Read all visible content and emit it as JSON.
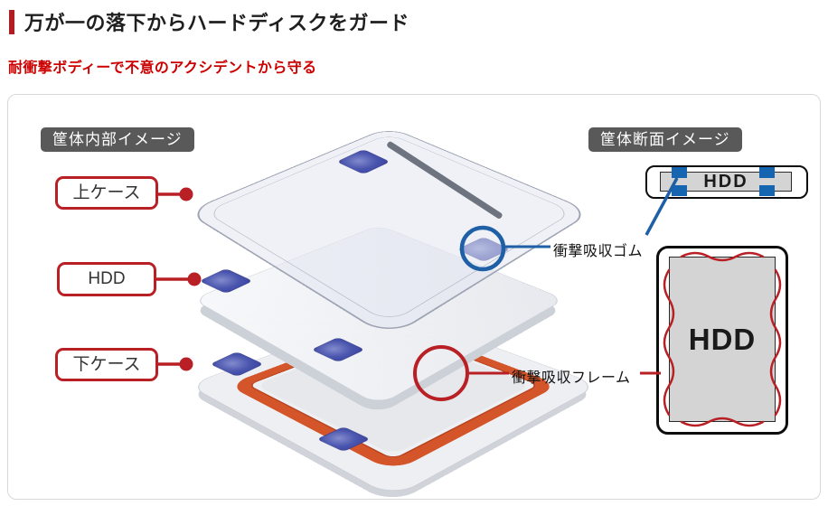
{
  "header": {
    "title": "万が一の落下からハードディスクをガード",
    "subtitle": "耐衝撃ボディーで不意のアクシデントから守る"
  },
  "diagram": {
    "badge_internal": "筐体内部イメージ",
    "badge_cross_section": "筐体断面イメージ",
    "callout_top_case": "上ケース",
    "callout_hdd": "HDD",
    "callout_bottom_case": "下ケース",
    "annotation_shock_rubber": "衝撃吸収ゴム",
    "annotation_shock_frame": "衝撃吸収フレーム",
    "cross_section_top_hdd": "HDD",
    "cross_section_side_hdd": "HDD"
  },
  "colors": {
    "accent_red": "#b01e23",
    "subtitle_red": "#cc0000",
    "callout_border_red": "#b92025",
    "badge_gray": "#595959",
    "annotation_blue": "#1e5fa6",
    "rubber_pad_blue": "#4a55ae",
    "frame_orange": "#d4552a",
    "hdd_gray_fill": "#d4d4d4"
  }
}
